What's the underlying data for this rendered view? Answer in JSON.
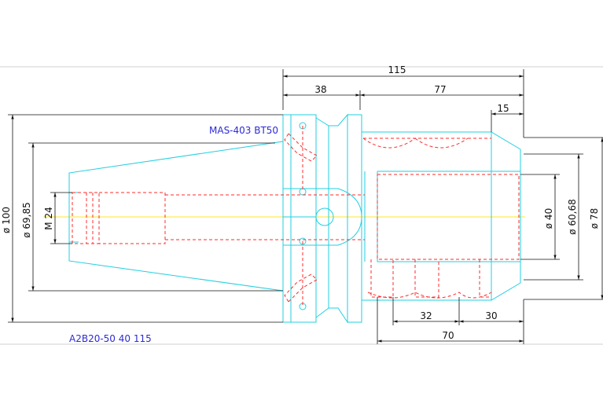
{
  "title_code": "MAS-403 BT50",
  "part_number": "A2B20-50 40 115",
  "dimensions": {
    "overall_length": "115",
    "taper_length": "38",
    "body_length": "77",
    "nose_step": "15",
    "dia_flange": "ø 100",
    "dia_taper": "ø 69,85",
    "thread": "M 24",
    "dia_bore": "ø 40",
    "dia_body": "ø 60,68",
    "dia_nose": "ø 78",
    "slot_spacing": "32",
    "nose_to_slot": "30",
    "slot_length": "70"
  },
  "colors": {
    "outline": "#22cfe0",
    "hidden": "#ff2b2b",
    "centerline": "#ffe52b",
    "dimension": "#111111",
    "label": "#2b2bd6"
  }
}
